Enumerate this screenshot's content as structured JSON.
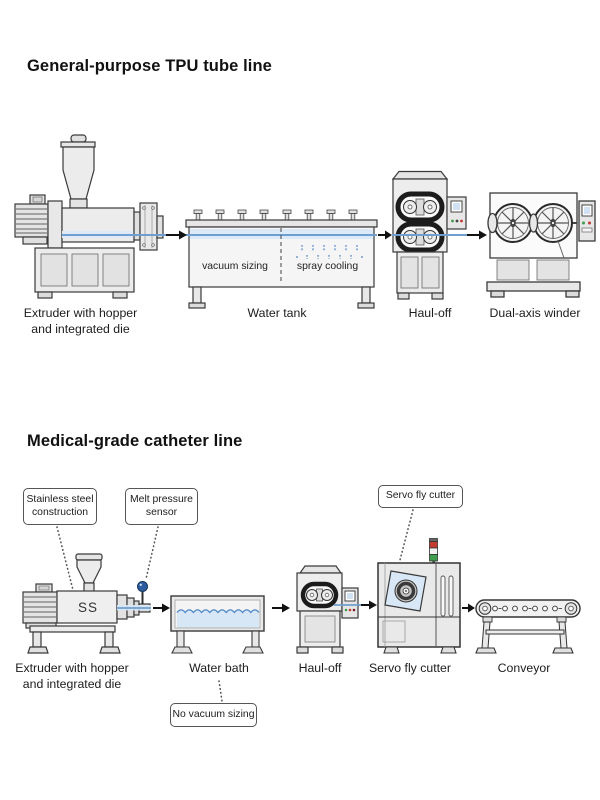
{
  "line1": {
    "title": "General-purpose TPU tube line",
    "extruder_label": "Extruder with hopper\nand integrated die",
    "tank_label": "Water tank",
    "tank_zone_left": "vacuum sizing",
    "tank_zone_right": "spray cooling",
    "hauloff_label": "Haul-off",
    "winder_label": "Dual-axis winder"
  },
  "line2": {
    "title": "Medical-grade catheter line",
    "extruder_label": "Extruder with hopper\nand integrated die",
    "barrel_marking": "SS",
    "bath_label": "Water bath",
    "hauloff_label": "Haul-off",
    "cutter_label": "Servo fly cutter",
    "conveyor_label": "Conveyor",
    "callout_stainless": "Stainless steel\nconstruction",
    "callout_sensor": "Melt pressure\nsensor",
    "callout_cutter": "Servo fly cutter",
    "callout_no_vacuum": "No vacuum sizing"
  },
  "colors": {
    "machine_fill": "#ececec",
    "outline": "#333333",
    "tube_blue": "#6f9fd0",
    "tube_band": "#d9e8f6",
    "water_fill": "#d7e7f6",
    "wave_blue": "#4f86c6",
    "sensor_blue": "#2d5d9f",
    "stack_red": "#c23b2e",
    "stack_green": "#3f9d4e",
    "button_green": "#3f9d4e",
    "button_red": "#c23b2e"
  }
}
